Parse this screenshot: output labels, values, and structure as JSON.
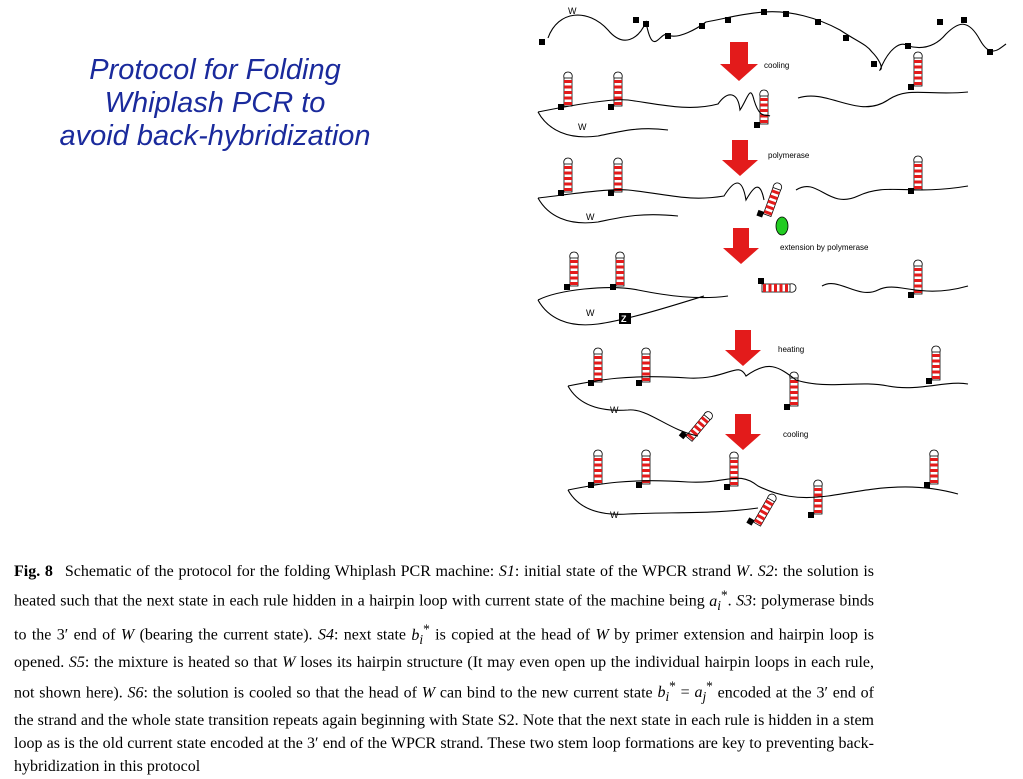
{
  "title": {
    "line1": "Protocol for Folding",
    "line2": "Whiplash PCR to",
    "line3": "avoid back-hybridization"
  },
  "figure": {
    "steps": [
      "cooling",
      "polymerase",
      "extension by polymerase",
      "heating",
      "cooling"
    ],
    "strand_label": "W",
    "box_label": "Z",
    "accent_arrow": "#e31b1b",
    "accent_stem": "#e31b1b",
    "accent_polymerase": "#22cc22"
  },
  "caption": {
    "lead": "Fig. 8",
    "p1": "Schematic of the protocol for the folding Whiplash PCR machine: ",
    "s1": "S1",
    "p2": ": initial state of the WPCR strand ",
    "w1": "W",
    "p3": ". ",
    "s2": "S2",
    "p4": ": the solution is heated such that the next state in each rule hidden in a hairpin loop with current state of the machine being ",
    "ai": "a",
    "ai_sub": "i",
    "ai_sup": "*",
    "p5": ". ",
    "s3": "S3",
    "p6": ": polymerase binds to the 3′ end of ",
    "w2": "W",
    "p7": " (bearing the current state). ",
    "s4": "S4",
    "p8": ": next state ",
    "bi": "b",
    "bi_sub": "i",
    "bi_sup": "*",
    "p9": " is copied at the head of ",
    "w3": "W",
    "p10": " by primer extension and hairpin loop is opened. ",
    "s5": "S5",
    "p11": ": the mixture is heated so that ",
    "w4": "W",
    "p12": " loses its hairpin structure (It may even open up the individual hairpin loops in each rule, not shown here). ",
    "s6": "S6",
    "p13": ": the solution is cooled so that the head of ",
    "w5": "W",
    "p14": " can bind to the new current state ",
    "eq_b": "b",
    "eq_b_sub": "i",
    "eq_b_sup": "*",
    "eq_sign": " = ",
    "eq_a": "a",
    "eq_a_sub": "j",
    "eq_a_sup": "*",
    "p15": " encoded at the 3′ end of the strand and the whole state transition repeats again beginning with State S2. Note that the next state in each rule is hidden in a stem loop as is the old current state encoded at the 3′ end of the WPCR strand. These two stem loop formations are key to preventing back-hybridization in this protocol"
  }
}
